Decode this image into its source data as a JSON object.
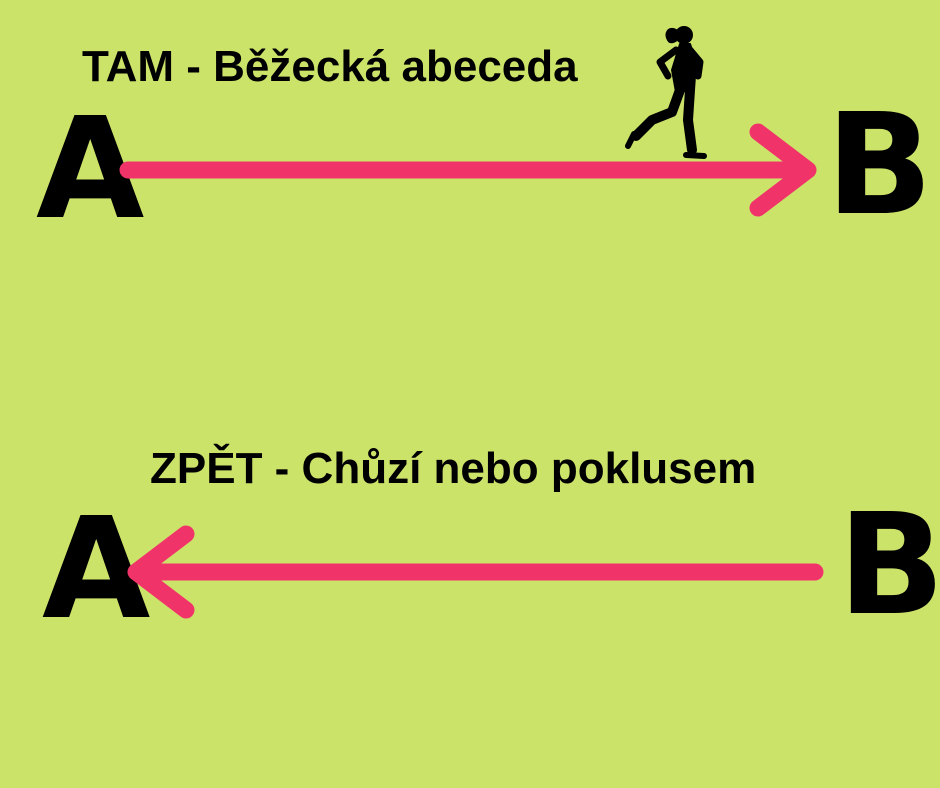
{
  "colors": {
    "background": "#cce36a",
    "arrow": "#f0346a",
    "text": "#000000"
  },
  "rows": [
    {
      "heading": "TAM - Běžecká abeceda",
      "start_label": "A",
      "end_label": "B",
      "direction": "A-to-B",
      "icon": "runner-icon"
    },
    {
      "heading": "ZPĚT - Chůzí nebo poklusem",
      "start_label": "A",
      "end_label": "B",
      "direction": "B-to-A"
    }
  ]
}
